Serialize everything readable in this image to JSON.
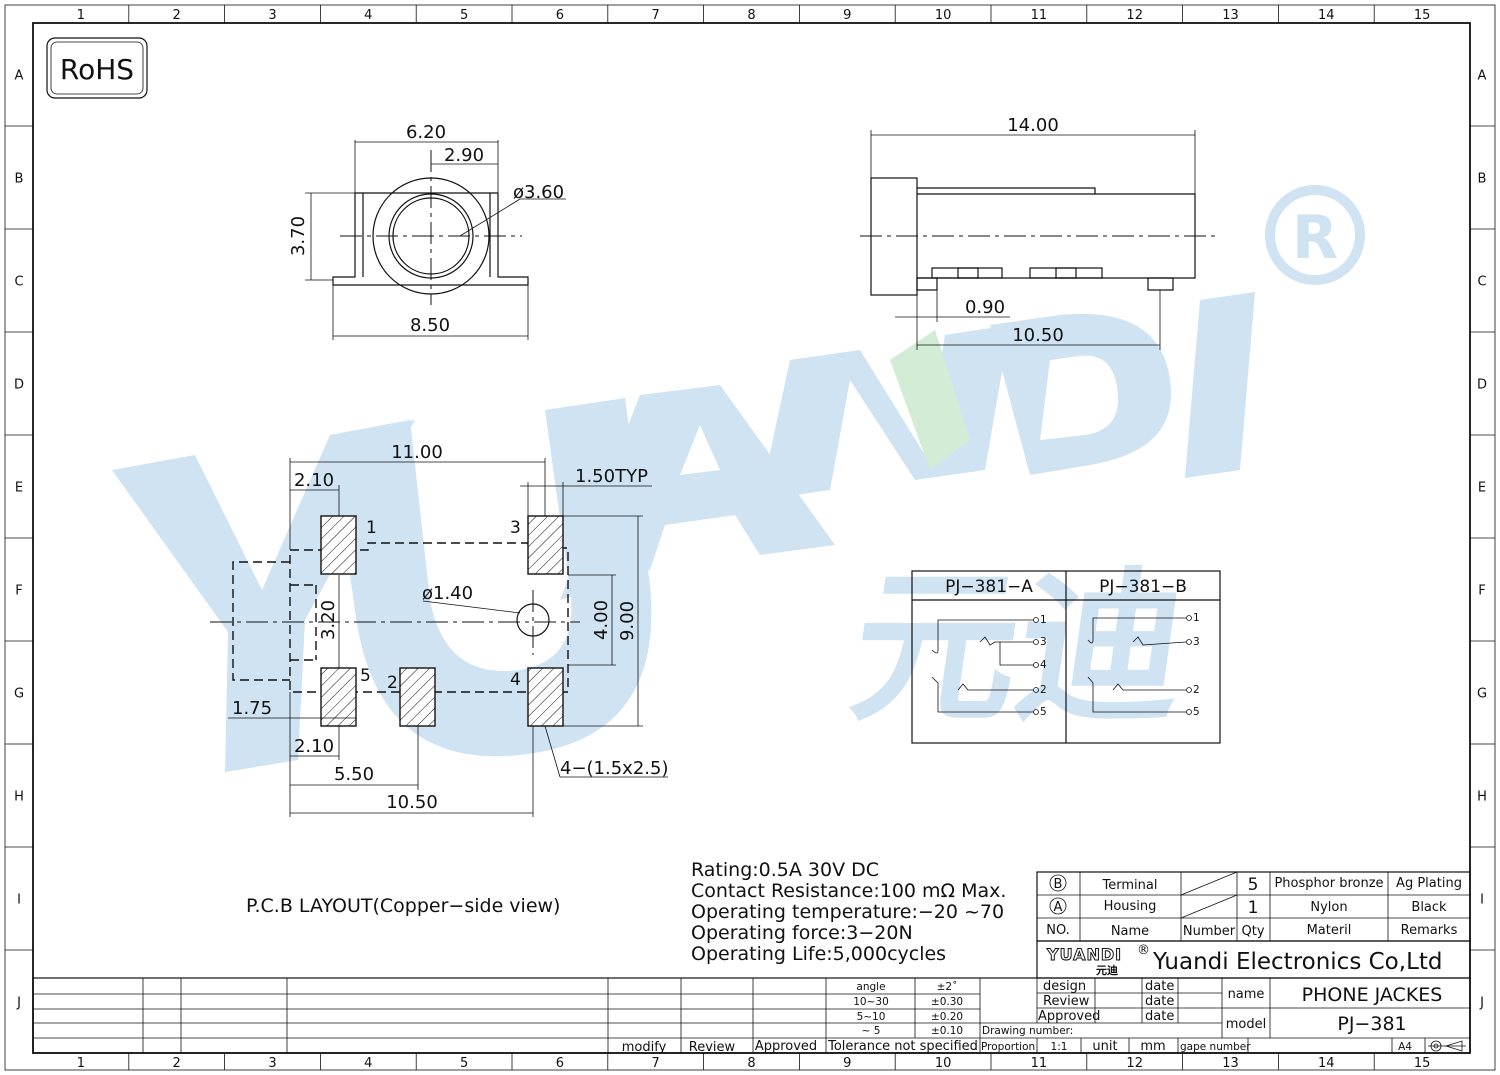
{
  "border": {
    "col_labels": [
      "1",
      "2",
      "3",
      "4",
      "5",
      "6",
      "7",
      "8",
      "9",
      "10",
      "11",
      "12",
      "13",
      "14",
      "15"
    ],
    "row_labels": [
      "A",
      "B",
      "C",
      "D",
      "E",
      "F",
      "G",
      "H",
      "I",
      "J"
    ]
  },
  "watermark": {
    "text": "YUANDI",
    "chinese": "元迪",
    "registered": "®",
    "colors": {
      "blue": "#cfe3f2",
      "green": "#d3ecd6"
    }
  },
  "rohs": "RoHS",
  "front_view": {
    "dim_width_top": "6.20",
    "dim_offset": "2.90",
    "dim_diameter": "ø3.60",
    "dim_height": "3.70",
    "dim_width_bottom": "8.50"
  },
  "side_view": {
    "dim_length": "14.00",
    "dim_pin_offset": "0.90",
    "dim_pin_span": "10.50"
  },
  "pcb": {
    "dim_overall_top": "11.00",
    "dim_pad_offset": "2.10",
    "dim_pad_width": "1.50TYP",
    "dim_pad_height": "3.20",
    "dim_hole": "ø1.40",
    "dim_inner": "4.00",
    "dim_outer": "9.00",
    "dim_side": "1.75",
    "dim_pad_offset_bottom": "2.10",
    "dim_mid": "5.50",
    "dim_overall_bottom": "10.50",
    "dim_pad_note": "4−(1.5x2.5)",
    "pin_labels": [
      "1",
      "3",
      "5",
      "2",
      "4"
    ],
    "caption": "P.C.B  LAYOUT(Copper−side  view)"
  },
  "schematic": {
    "headers": [
      "PJ−381−A",
      "PJ−381−B"
    ],
    "a_pins": [
      "1",
      "3",
      "4",
      "2",
      "5"
    ],
    "b_pins": [
      "1",
      "3",
      "2",
      "5"
    ]
  },
  "specs": [
    "Rating:0.5A  30V  DC",
    "Contact  Resistance:100  mΩ  Max.",
    "Operating  temperature:−20   ~70",
    "Operating  force:3−20N",
    "Operating  Life:5,000cycles"
  ],
  "bom": {
    "rows": [
      {
        "no": "B",
        "name": "Terminal",
        "qty": "5",
        "material": "Phosphor bronze",
        "remarks": "Ag Plating"
      },
      {
        "no": "A",
        "name": "Housing",
        "qty": "1",
        "material": "Nylon",
        "remarks": "Black"
      }
    ],
    "header": {
      "no": "NO.",
      "name": "Name",
      "number": "Number",
      "qty": "Qty",
      "material": "Materil",
      "remarks": "Remarks"
    }
  },
  "company": {
    "logo_text": "YUANDI",
    "logo_sub": "元迪",
    "logo_reg": "®",
    "name": "Yuandi Electronics Co,Ltd"
  },
  "title_block": {
    "design": "design",
    "review": "Review",
    "approved": "Approved",
    "date": "date",
    "drawing_number": "Drawing number:",
    "name_label": "name",
    "name_value": "PHONE  JACKES",
    "model_label": "model",
    "model_value": "PJ−381",
    "proportion_label": "Proportion",
    "proportion_value": "1:1",
    "unit_label": "unit",
    "unit_value": "mm",
    "gape_number": "gape number",
    "sheet_size": "A4"
  },
  "tolerance": {
    "rows": [
      {
        "range": "angle",
        "tol": "±2˚"
      },
      {
        "range": "10~30",
        "tol": "±0.30"
      },
      {
        "range": "5~10",
        "tol": "±0.20"
      },
      {
        "range": "~ 5",
        "tol": "±0.10"
      }
    ],
    "footer": "Tolerance  not  specified"
  },
  "revision": {
    "modify": "modify",
    "review": "Review",
    "approved": "Approved"
  }
}
